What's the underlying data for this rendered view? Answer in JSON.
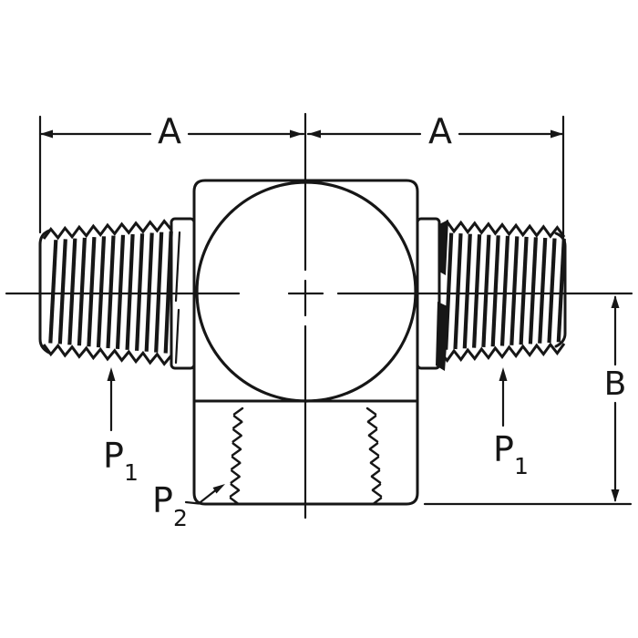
{
  "figure": {
    "kind": "technical-drawing",
    "subject": "tee-fitting-cross-section",
    "line_color": "#161616",
    "background_color": "#ffffff"
  },
  "dimensions": {
    "width_left_label": "A",
    "width_right_label": "A",
    "height_label": "B"
  },
  "ports": {
    "side_left": {
      "letter": "P",
      "subscript": "1"
    },
    "side_right": {
      "letter": "P",
      "subscript": "1"
    },
    "bottom": {
      "letter": "P",
      "subscript": "2"
    }
  }
}
